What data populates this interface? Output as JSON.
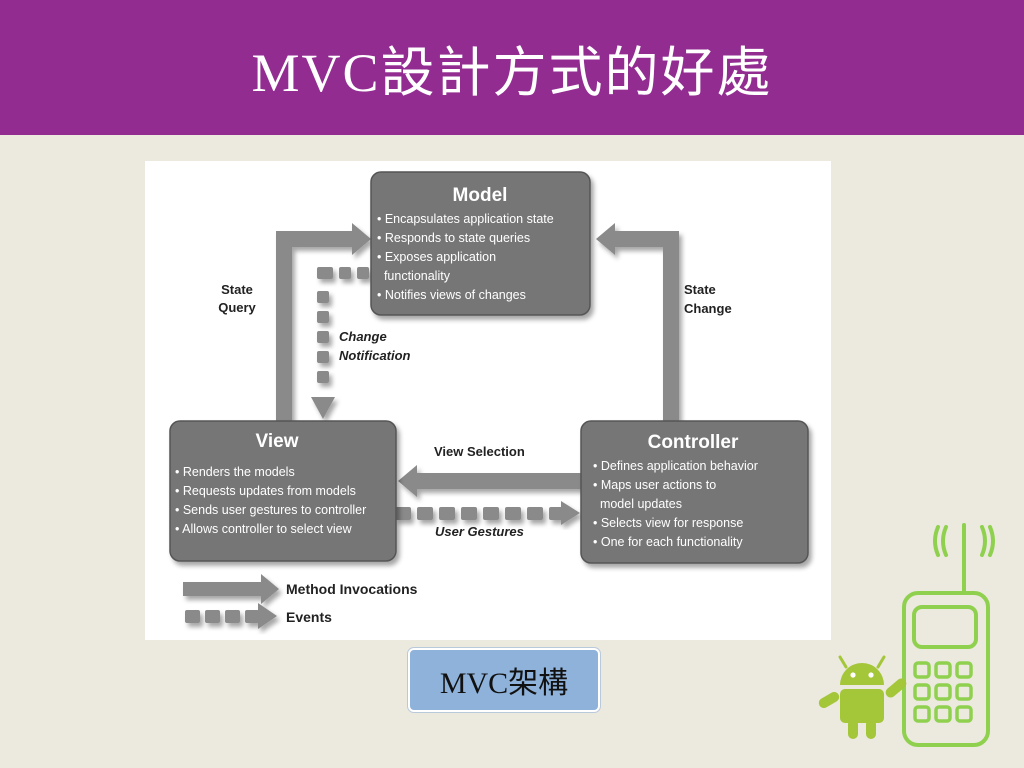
{
  "slide": {
    "title": "MVC設計方式的好處",
    "caption": "MVC架構"
  },
  "colors": {
    "title_bar": "#922c91",
    "background": "#ece9df",
    "caption_box": "#8fb2da",
    "box_fill": "#767676",
    "arrow_fill": "#8a8a8a",
    "android_green": "#a4c639",
    "phone_green": "#8fd14f"
  },
  "diagram": {
    "model": {
      "title": "Model",
      "items": [
        "• Encapsulates application state",
        "• Responds to state queries",
        "• Exposes application",
        "  functionality",
        "• Notifies views of changes"
      ]
    },
    "view": {
      "title": "View",
      "items": [
        "• Renders the models",
        "• Requests updates from models",
        "• Sends user gestures to controller",
        "• Allows controller to select view"
      ]
    },
    "controller": {
      "title": "Controller",
      "items": [
        "• Defines application behavior",
        "• Maps user actions to",
        "  model updates",
        "• Selects view for response",
        "• One for each functionality"
      ]
    },
    "labels": {
      "state_query": [
        "State",
        "Query"
      ],
      "state_change": [
        "State",
        "Change"
      ],
      "change_notification": [
        "Change",
        "Notification"
      ],
      "view_selection": "View Selection",
      "user_gestures": "User Gestures"
    },
    "legend": {
      "method_invocations": "Method Invocations",
      "events": "Events"
    }
  },
  "icons": {
    "decoration": "android-phone-icon"
  }
}
